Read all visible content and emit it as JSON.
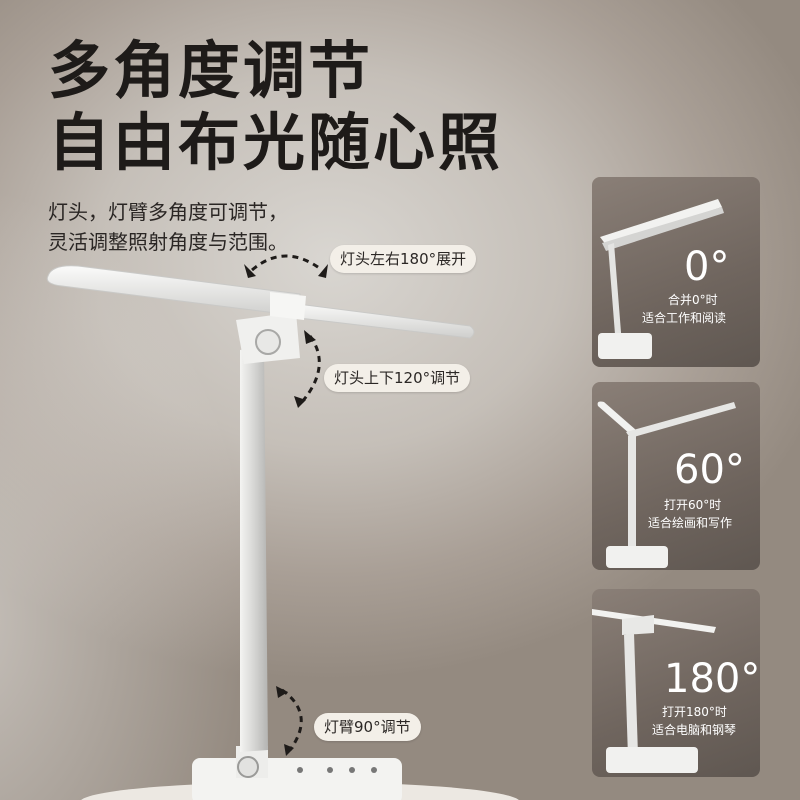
{
  "headline": {
    "line1": "多角度调节",
    "line2": "自由布光随心照"
  },
  "description": {
    "line1": "灯头，灯臂多角度可调节，",
    "line2": "灵活调整照射角度与范围。"
  },
  "callouts": {
    "head_rotate": "灯头左右180°展开",
    "head_tilt": "灯头上下120°调节",
    "arm_tilt": "灯臂90°调节"
  },
  "modes": [
    {
      "angle": "0°",
      "caption1": "合并0°时",
      "caption2": "适合工作和阅读"
    },
    {
      "angle": "60°",
      "caption1": "打开60°时",
      "caption2": "适合绘画和写作"
    },
    {
      "angle": "180°",
      "caption1": "打开180°时",
      "caption2": "适合电脑和钢琴"
    }
  ]
}
